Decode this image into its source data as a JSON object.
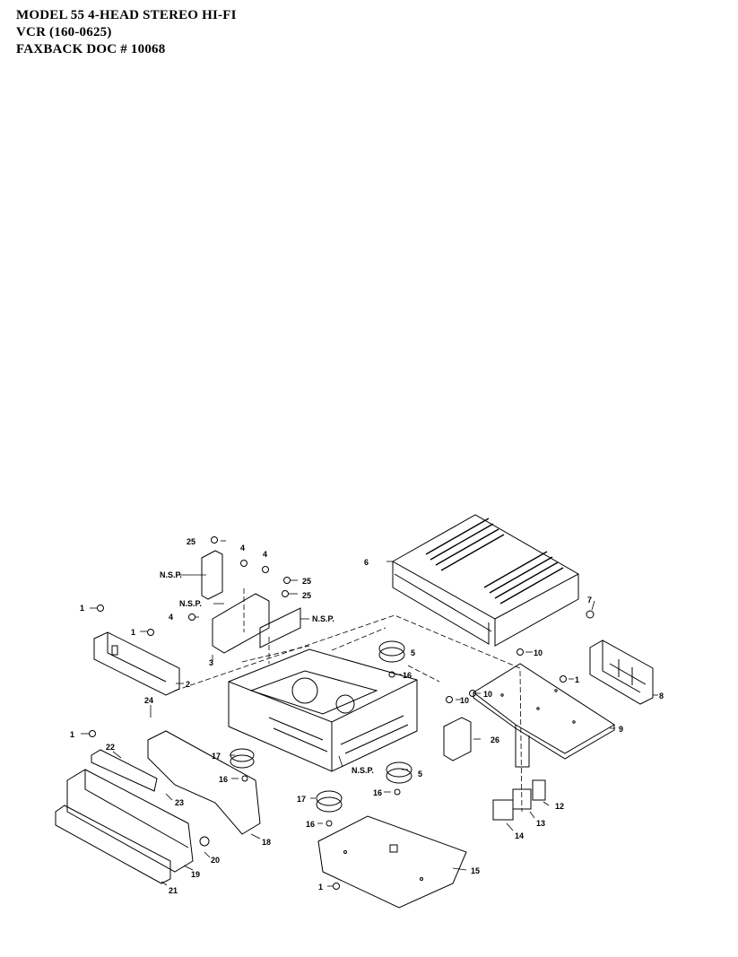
{
  "header": {
    "line1": "MODEL 55 4-HEAD STEREO HI-FI",
    "line2": "VCR  (160-0625)",
    "line3": "FAXBACK DOC # 10068"
  },
  "diagram": {
    "labels": {
      "l1a": "1",
      "l1b": "1",
      "l1c": "1",
      "l1d": "1",
      "l1e": "1",
      "l2": "2",
      "l3": "3",
      "l4a": "4",
      "l4b": "4",
      "l4c": "4",
      "l5a": "5",
      "l5b": "5",
      "l6": "6",
      "l7": "7",
      "l8": "8",
      "l9": "9",
      "l10a": "10",
      "l10b": "10",
      "l10c": "10",
      "l12": "12",
      "l13": "13",
      "l14": "14",
      "l15": "15",
      "l16a": "16",
      "l16b": "16",
      "l16c": "16",
      "l16d": "16",
      "l17a": "17",
      "l17b": "17",
      "l18": "18",
      "l19": "19",
      "l20": "20",
      "l21": "21",
      "l22": "22",
      "l23": "23",
      "l24": "24",
      "l25a": "25",
      "l25b": "25",
      "l25c": "25",
      "l26": "26",
      "nsp1": "N.S.P.",
      "nsp2": "N.S.P.",
      "nsp3": "N.S.P.",
      "nsp4": "N.S.P."
    }
  }
}
